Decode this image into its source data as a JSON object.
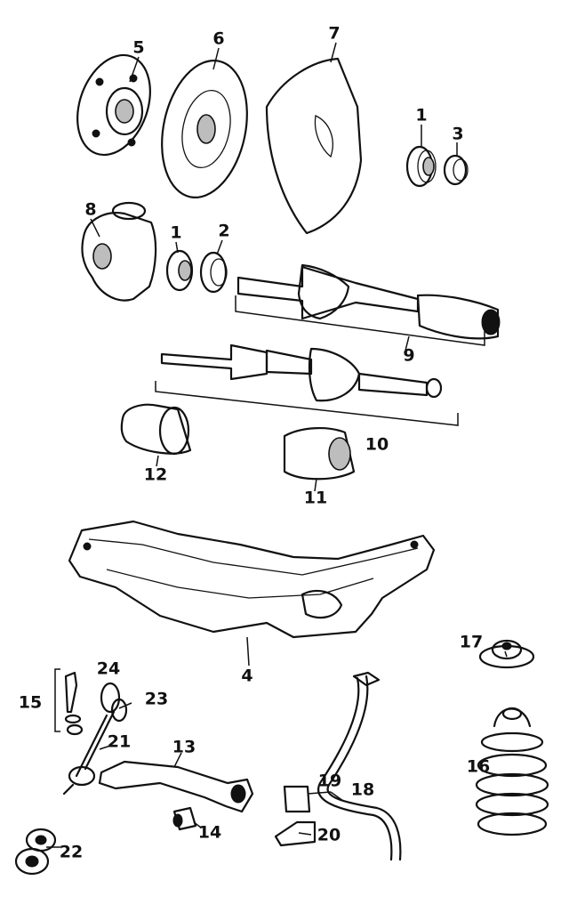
{
  "callouts": {
    "c1a": "1",
    "c1b": "1",
    "c2": "2",
    "c3": "3",
    "c4": "4",
    "c5": "5",
    "c6": "6",
    "c7": "7",
    "c8": "8",
    "c9": "9",
    "c10": "10",
    "c11": "11",
    "c12": "12",
    "c13": "13",
    "c14": "14",
    "c15": "15",
    "c16": "16",
    "c17": "17",
    "c18": "18",
    "c19": "19",
    "c20": "20",
    "c21": "21",
    "c22": "22",
    "c23": "23",
    "c24": "24"
  },
  "colors": {
    "ink": "#111111",
    "paper": "#ffffff",
    "shade": "#bdbdbd"
  }
}
